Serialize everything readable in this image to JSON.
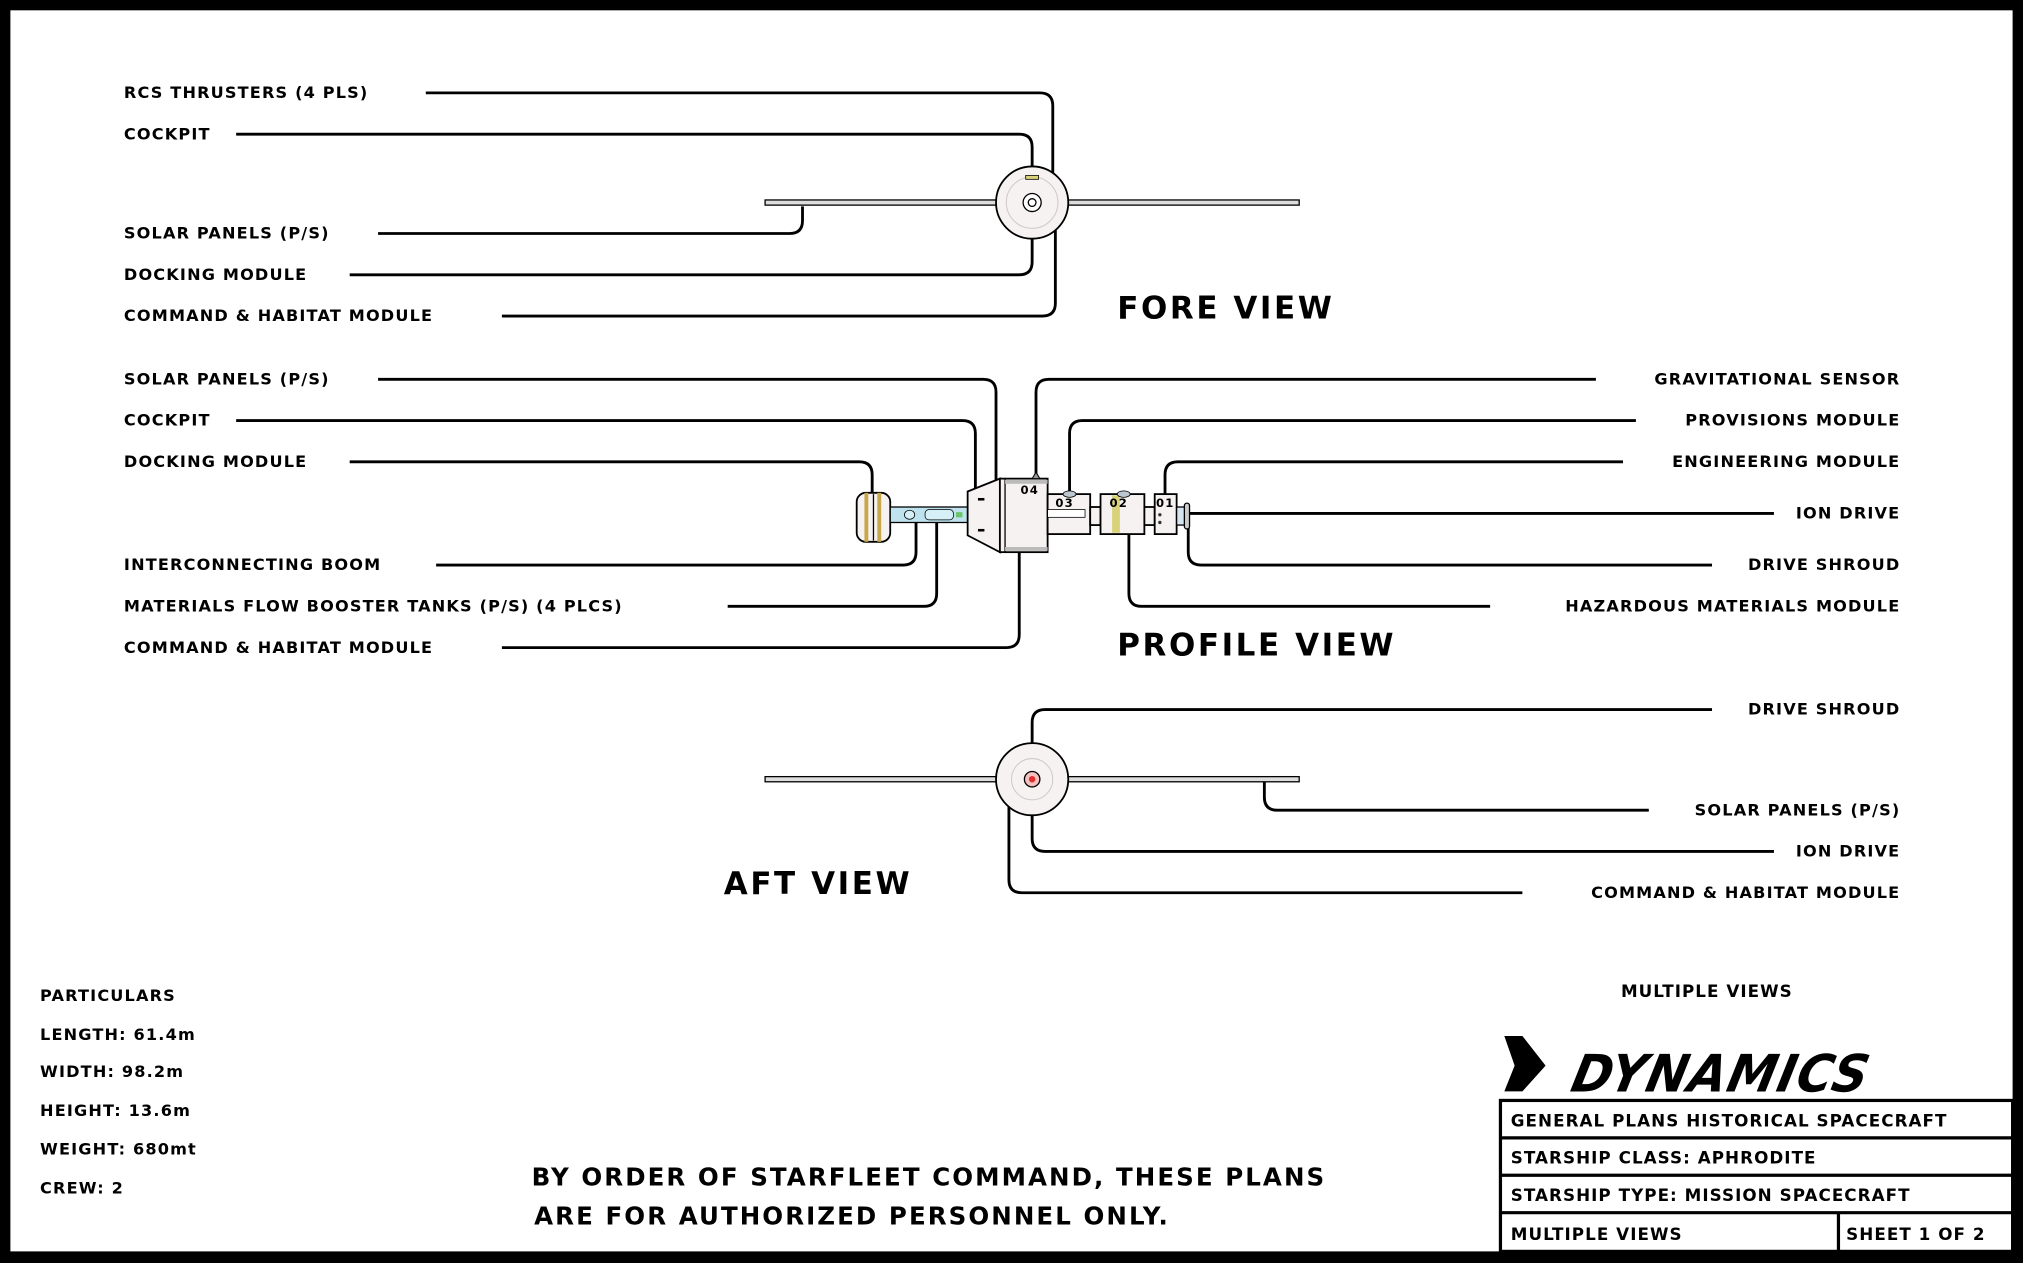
{
  "fore_view": {
    "title": "FORE VIEW",
    "labels": [
      "RCS THRUSTERS (4 PLS)",
      "COCKPIT",
      "SOLAR PANELS (P/S)",
      "DOCKING MODULE",
      "COMMAND & HABITAT MODULE"
    ]
  },
  "profile_view": {
    "title": "PROFILE VIEW",
    "left_labels": [
      "SOLAR PANELS (P/S)",
      "COCKPIT",
      "DOCKING MODULE",
      "INTERCONNECTING BOOM",
      "MATERIALS FLOW BOOSTER TANKS (P/S) (4 PLCS)",
      "COMMAND & HABITAT MODULE"
    ],
    "right_labels": [
      "GRAVITATIONAL SENSOR",
      "PROVISIONS MODULE",
      "ENGINEERING MODULE",
      "ION DRIVE",
      "DRIVE SHROUD",
      "HAZARDOUS MATERIALS MODULE"
    ],
    "module_numbers": [
      "04",
      "03",
      "02",
      "01"
    ]
  },
  "aft_view": {
    "title": "AFT VIEW",
    "labels": [
      "DRIVE SHROUD",
      "SOLAR PANELS (P/S)",
      "ION DRIVE",
      "COMMAND & HABITAT MODULE"
    ]
  },
  "particulars": {
    "heading": "PARTICULARS",
    "length": "LENGTH: 61.4m",
    "width": "WIDTH: 98.2m",
    "height": "HEIGHT: 13.6m",
    "weight": "WEIGHT: 680mt",
    "crew": "CREW: 2"
  },
  "notice": [
    "BY ORDER OF STARFLEET COMMAND, THESE PLANS",
    "ARE FOR AUTHORIZED PERSONNEL ONLY."
  ],
  "title_block": {
    "header": "MULTIPLE VIEWS",
    "logo": "DYNAMICS",
    "rows": [
      "GENERAL PLANS HISTORICAL SPACECRAFT",
      "STARSHIP CLASS: APHRODITE",
      "STARSHIP TYPE: MISSION SPACECRAFT"
    ],
    "view": "MULTIPLE VIEWS",
    "sheet": "SHEET 1 OF 2"
  },
  "colors": {
    "frame": "#000000",
    "paper": "#ffffff",
    "hull": "#f7f2f2",
    "accent_gold": "#c8a64a",
    "accent_yellow": "#d8d27a",
    "boom_blue": "#bfe3ee",
    "drive_red": "#e03030"
  }
}
